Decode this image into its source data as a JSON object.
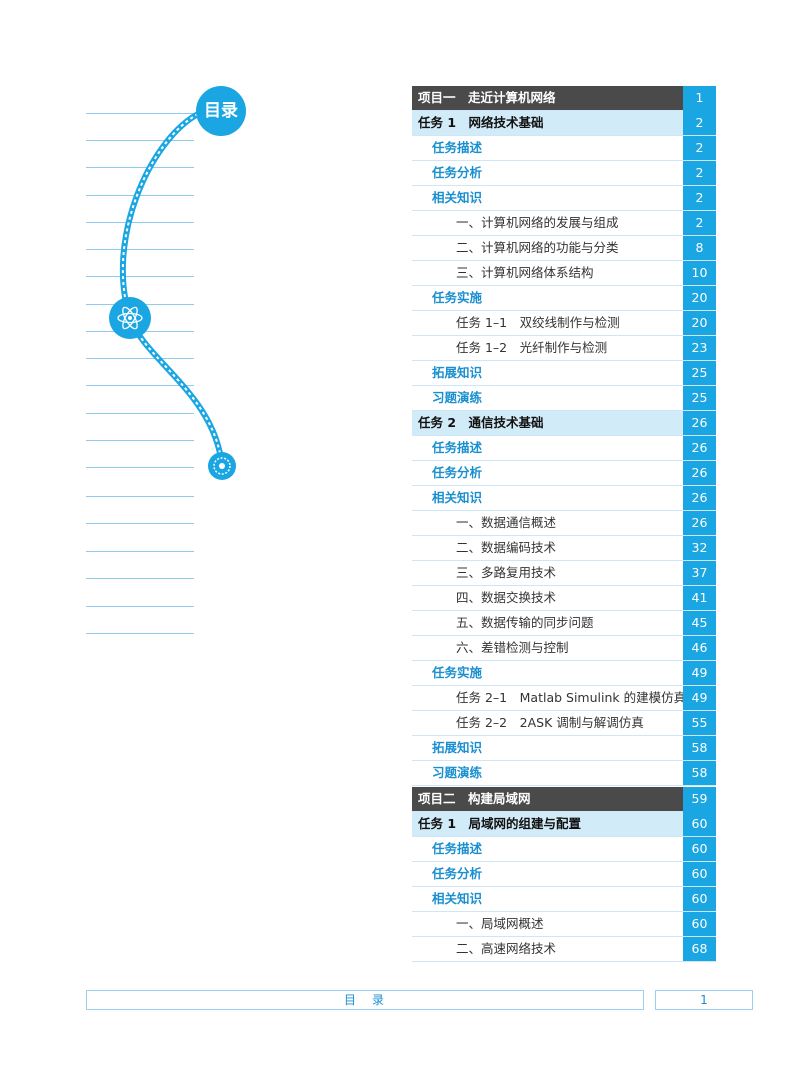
{
  "title_badge": "目录",
  "toc_blocks": [
    {
      "rows": [
        {
          "type": "project",
          "text": "项目一　走近计算机网络",
          "page": "1"
        },
        {
          "type": "task",
          "text": "任务 1　网络技术基础",
          "page": "2"
        },
        {
          "type": "sec",
          "text": "任务描述",
          "page": "2"
        },
        {
          "type": "sec",
          "text": "任务分析",
          "page": "2"
        },
        {
          "type": "sec",
          "text": "相关知识",
          "page": "2"
        },
        {
          "type": "item",
          "text": "一、计算机网络的发展与组成",
          "page": "2"
        },
        {
          "type": "item",
          "text": "二、计算机网络的功能与分类",
          "page": "8"
        },
        {
          "type": "item",
          "text": "三、计算机网络体系结构",
          "page": "10"
        },
        {
          "type": "sec",
          "text": "任务实施",
          "page": "20"
        },
        {
          "type": "item",
          "text": "任务 1–1　双绞线制作与检测",
          "page": "20"
        },
        {
          "type": "item",
          "text": "任务 1–2　光纤制作与检测",
          "page": "23"
        },
        {
          "type": "sec",
          "text": "拓展知识",
          "page": "25"
        },
        {
          "type": "sec",
          "text": "习题演练",
          "page": "25"
        },
        {
          "type": "task",
          "text": "任务 2　通信技术基础",
          "page": "26"
        },
        {
          "type": "sec",
          "text": "任务描述",
          "page": "26"
        },
        {
          "type": "sec",
          "text": "任务分析",
          "page": "26"
        },
        {
          "type": "sec",
          "text": "相关知识",
          "page": "26"
        },
        {
          "type": "item",
          "text": "一、数据通信概述",
          "page": "26"
        },
        {
          "type": "item",
          "text": "二、数据编码技术",
          "page": "32"
        },
        {
          "type": "item",
          "text": "三、多路复用技术",
          "page": "37"
        },
        {
          "type": "item",
          "text": "四、数据交换技术",
          "page": "41"
        },
        {
          "type": "item",
          "text": "五、数据传输的同步问题",
          "page": "45"
        },
        {
          "type": "item",
          "text": "六、差错检测与控制",
          "page": "46"
        },
        {
          "type": "sec",
          "text": "任务实施",
          "page": "49"
        },
        {
          "type": "item",
          "text": "任务 2–1　Matlab Simulink 的建模仿真",
          "page": "49"
        },
        {
          "type": "item",
          "text": "任务 2–2　2ASK 调制与解调仿真",
          "page": "55"
        },
        {
          "type": "sec",
          "text": "拓展知识",
          "page": "58"
        },
        {
          "type": "sec",
          "text": "习题演练",
          "page": "58"
        }
      ]
    },
    {
      "rows": [
        {
          "type": "project",
          "text": "项目二　构建局域网",
          "page": "59"
        },
        {
          "type": "task",
          "text": "任务 1　局域网的组建与配置",
          "page": "60"
        },
        {
          "type": "sec",
          "text": "任务描述",
          "page": "60"
        },
        {
          "type": "sec",
          "text": "任务分析",
          "page": "60"
        },
        {
          "type": "sec",
          "text": "相关知识",
          "page": "60"
        },
        {
          "type": "item",
          "text": "一、局域网概述",
          "page": "60"
        },
        {
          "type": "item",
          "text": "二、高速网络技术",
          "page": "68"
        }
      ]
    }
  ],
  "footer": {
    "label": "目　录",
    "page_number": "1"
  },
  "colors": {
    "accent": "#1aa6e3",
    "project_bg": "#4a4a4a",
    "task_bg": "#d2ebf8",
    "section_text": "#1a8fd0"
  },
  "icons": [
    "atom-icon",
    "gear-circle-icon"
  ]
}
